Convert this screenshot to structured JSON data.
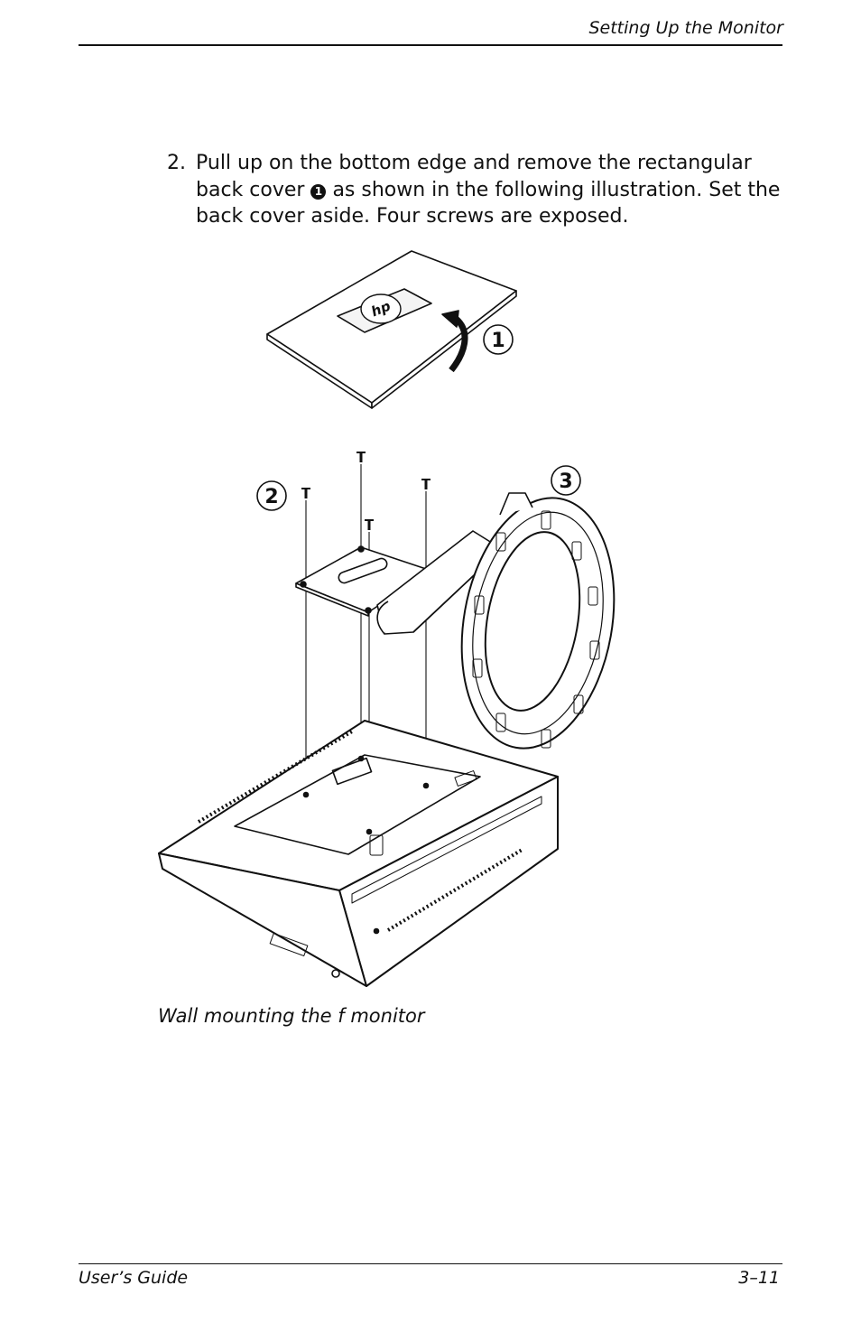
{
  "header": {
    "title": "Setting Up the Monitor"
  },
  "step": {
    "number": "2.",
    "text_before": "Pull up on the bottom edge and remove the rectangular back cover",
    "callout": "1",
    "text_after": "as shown in the following illustration. Set the back cover aside. Four screws are exposed."
  },
  "figure": {
    "logo_text": "hp",
    "callouts": [
      "1",
      "2",
      "3"
    ]
  },
  "caption": "Wall mounting the f monitor",
  "footer": {
    "left": "User’s Guide",
    "right": "3–11"
  }
}
